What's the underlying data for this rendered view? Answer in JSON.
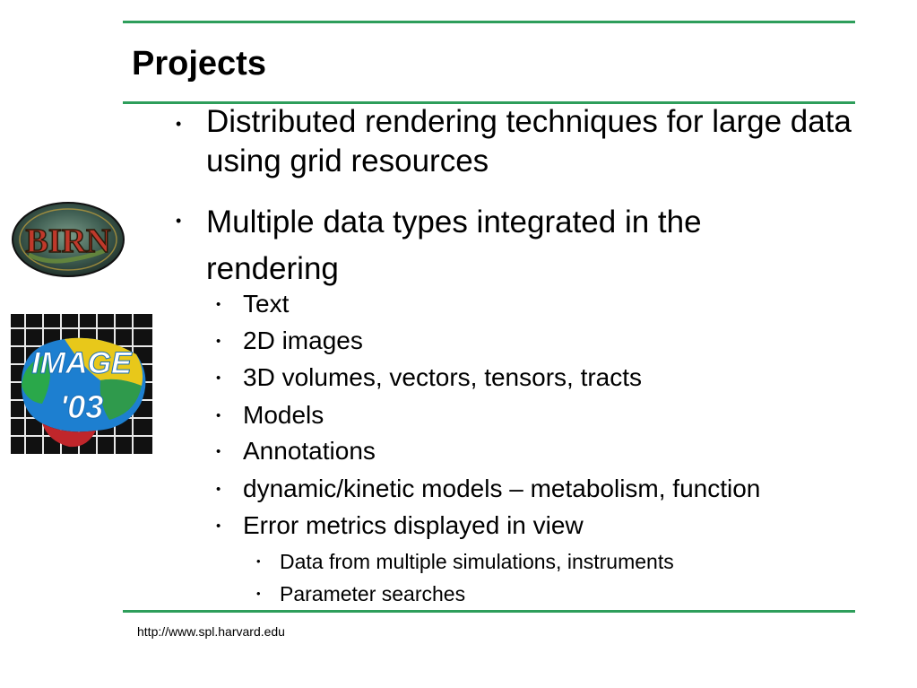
{
  "slide": {
    "title": "Projects",
    "bullets": [
      {
        "text": "Distributed rendering techniques for large data using grid resources"
      },
      {
        "text": "Multiple data types integrated in the rendering",
        "sub": [
          "Text",
          "2D images",
          "3D volumes, vectors, tensors, tracts",
          "Models",
          "Annotations",
          "dynamic/kinetic models – metabolism, function",
          "Error metrics displayed in view"
        ],
        "subsub": [
          "Data from multiple simulations, instruments",
          "Parameter searches"
        ]
      }
    ],
    "bullet_glyph": "•",
    "footer": "http://www.spl.harvard.edu"
  },
  "logos": {
    "birn": {
      "text": "BIRN",
      "icon": "birn-logo"
    },
    "image03": {
      "line1": "IMAGE",
      "line2": "'03",
      "icon": "image03-brain-logo"
    }
  },
  "colors": {
    "rule": "#2e9e5b"
  }
}
